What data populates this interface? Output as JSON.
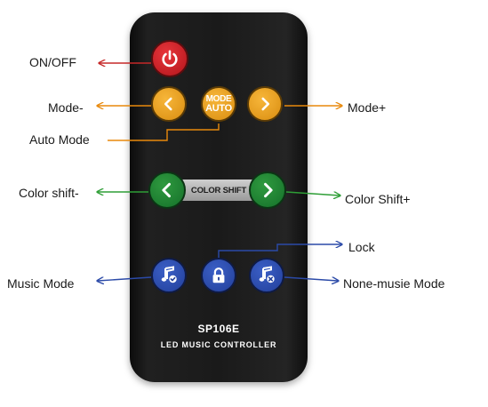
{
  "labels": {
    "on_off": "ON/OFF",
    "mode_minus": "Mode-",
    "mode_plus": "Mode+",
    "auto_mode": "Auto Mode",
    "color_shift_minus": "Color shift-",
    "color_shift_plus": "Color Shift+",
    "lock": "Lock",
    "music_mode": "Music Mode",
    "none_music_mode": "None-musie Mode"
  },
  "remote": {
    "mode_button_line1": "MODE",
    "mode_button_line2": "AUTO",
    "color_shift_strip": "COLOR SHIFT",
    "model": "SP106E",
    "subtitle": "LED MUSIC CONTROLLER"
  },
  "icons": {
    "power": "power-icon",
    "left": "chevron-left-icon",
    "right": "chevron-right-icon",
    "music": "music-note-check-icon",
    "lock": "padlock-icon",
    "no_music": "music-note-cancel-icon"
  },
  "colors": {
    "power": "#d8262c",
    "mode": "#f0a020",
    "color_shift": "#1f8a34",
    "music": "#2c4fb5",
    "arrow_red": "#c62828",
    "arrow_orange": "#e8890c",
    "arrow_green": "#2e9e36",
    "arrow_blue": "#2b4aa8"
  }
}
